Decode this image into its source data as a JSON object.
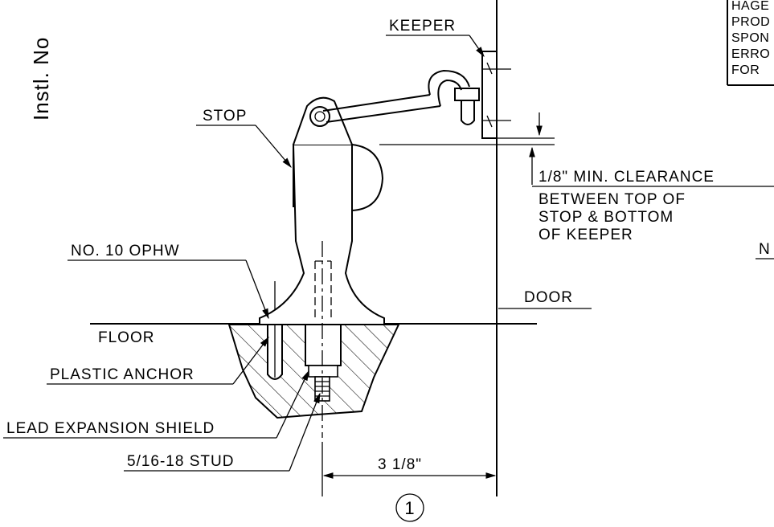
{
  "side_text": "Instl. No",
  "note_fragment": [
    "HAGE",
    "PROD",
    "SPON",
    "ERRO",
    "FOR"
  ],
  "note_fragment_right": "N",
  "labels": {
    "keeper": "KEEPER",
    "stop": "STOP",
    "clearance": "1/8\" MIN. CLEARANCE",
    "clearance_note": [
      "BETWEEN TOP OF",
      "STOP & BOTTOM",
      "OF KEEPER"
    ],
    "screw": "NO. 10 OPHW",
    "door": "DOOR",
    "floor": "FLOOR",
    "anchor": "PLASTIC ANCHOR",
    "shield": "LEAD EXPANSION SHIELD",
    "stud": "5/16-18 STUD",
    "dimension": "3 1/8\"",
    "callout": "1"
  }
}
